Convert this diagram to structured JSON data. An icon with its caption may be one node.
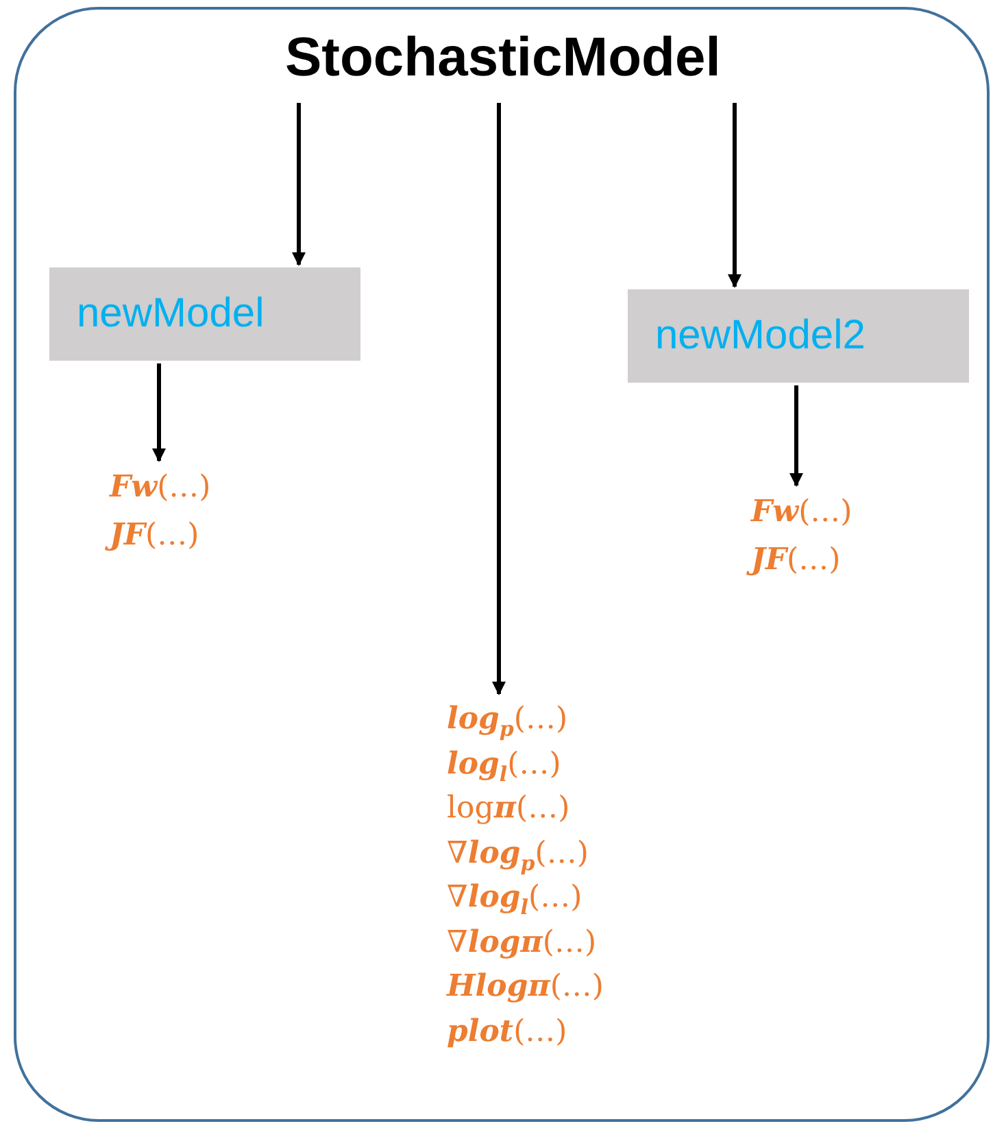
{
  "diagram": {
    "nodes": [
      {
        "text": [],
        "shape": "box"
      },
      {
        "text": [
          "StochasticModel"
        ],
        "in": 0
      },
      {
        "text": [
          "newModel"
        ],
        "in": 0
      },
      {
        "text": [
          "newModel2"
        ],
        "in": 0
      },
      {
        "text": [
          "**Fw**(…)",
          "**JF**(…)"
        ],
        "in": 0
      },
      {
        "text": [
          "**Fw**(…)",
          "**JF**(…)"
        ],
        "in": 0
      },
      {
        "text": [
          "**log**$_{p}$(…)",
          "**log**$_{l}$(…)",
          "log**π**(…)",
          "∇**log**$_{p}$(…)",
          "∇**log**$_{l}$(…)",
          "∇**logπ**(…)",
          "**Hlogπ**(…)",
          "**plot**(…)"
        ],
        "in": 0
      }
    ],
    "edges": [
      {
        "from": 1,
        "to": 2,
        "arrow": "to"
      },
      {
        "from": 1,
        "to": 6,
        "arrow": "to"
      },
      {
        "from": 1,
        "to": 3,
        "arrow": "to"
      },
      {
        "from": 2,
        "to": 4,
        "arrow": "to"
      },
      {
        "from": 3,
        "to": 5,
        "arrow": "to"
      }
    ]
  }
}
